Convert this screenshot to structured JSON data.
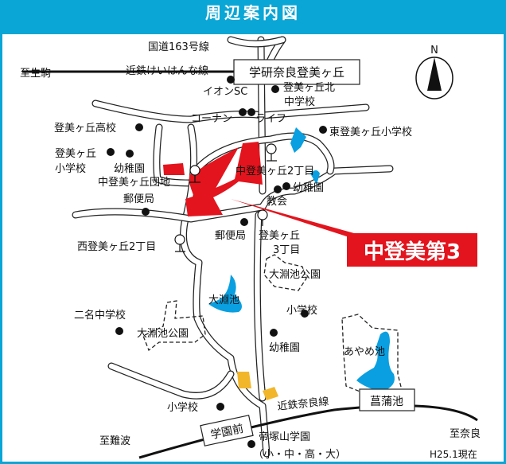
{
  "header": {
    "title": "周辺案内図"
  },
  "colors": {
    "frame": "#0aa6d6",
    "site": "#e3141d",
    "pond": "#0a9fe0",
    "highlight": "#f2b62b"
  },
  "compass": {
    "label": "N",
    "icon": "north-arrow-icon"
  },
  "roads": {
    "route163": "国道163号線",
    "keihanna_line": "近鉄けいはんな線",
    "nara_line": "近鉄奈良線"
  },
  "stations": {
    "tomigaoka": "学研奈良登美ヶ丘",
    "gakuenmae": "学園前",
    "ayameike": "菖蒲池"
  },
  "directions": {
    "ikoma": "至生駒",
    "namba": "至難波",
    "nara": "至奈良"
  },
  "property": {
    "name": "中登美第3"
  },
  "landmarks": {
    "aeon": "イオンSC",
    "kitachu1": "登美ヶ丘北",
    "kitachu2": "中学校",
    "konan": "コーナン",
    "life": "ライフ",
    "koukou": "登美ヶ丘高校",
    "higashi_sho": "東登美ヶ丘小学校",
    "sho1": "登美ヶ丘",
    "sho2": "小学校",
    "yochien1": "幼稚園",
    "danchi": "中登美ヶ丘団地",
    "naka2": "中登美ヶ丘2丁目",
    "yochien2": "幼稚園",
    "church": "教会",
    "post1": "郵便局",
    "post2": "郵便局",
    "tomi3a": "登美ヶ丘",
    "tomi3b": "3丁目",
    "nishi2": "西登美ヶ丘2丁目",
    "park1": "大淵池公園",
    "pond1": "大淵池",
    "futana": "二名中学校",
    "sho3": "小学校",
    "park2": "大淵池公園",
    "yochien3": "幼稚園",
    "ayame_pond": "あやめ池",
    "sho4": "小学校",
    "tezuka1": "帝塚山学園",
    "tezuka2": "（小・中・高・大）"
  },
  "footer": {
    "date": "H25.1現在"
  }
}
